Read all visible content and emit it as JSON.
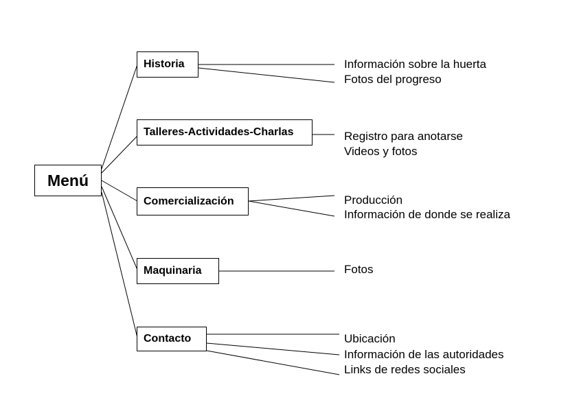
{
  "menu": {
    "label": "Menú",
    "sections": [
      {
        "label": "Historia",
        "items": [
          "Información sobre la huerta",
          "Fotos del progreso"
        ]
      },
      {
        "label": "Talleres-Actividades-Charlas",
        "items": [
          "Registro para anotarse",
          "Videos y fotos"
        ]
      },
      {
        "label": "Comercialización",
        "items": [
          "Producción",
          "Información de donde se realiza"
        ]
      },
      {
        "label": "Maquinaria",
        "items": [
          "Fotos"
        ]
      },
      {
        "label": "Contacto",
        "items": [
          "Ubicación",
          "Información de las autoridades",
          "Links de redes sociales"
        ]
      }
    ]
  },
  "colors": {
    "stroke": "#000000",
    "background": "#ffffff"
  }
}
